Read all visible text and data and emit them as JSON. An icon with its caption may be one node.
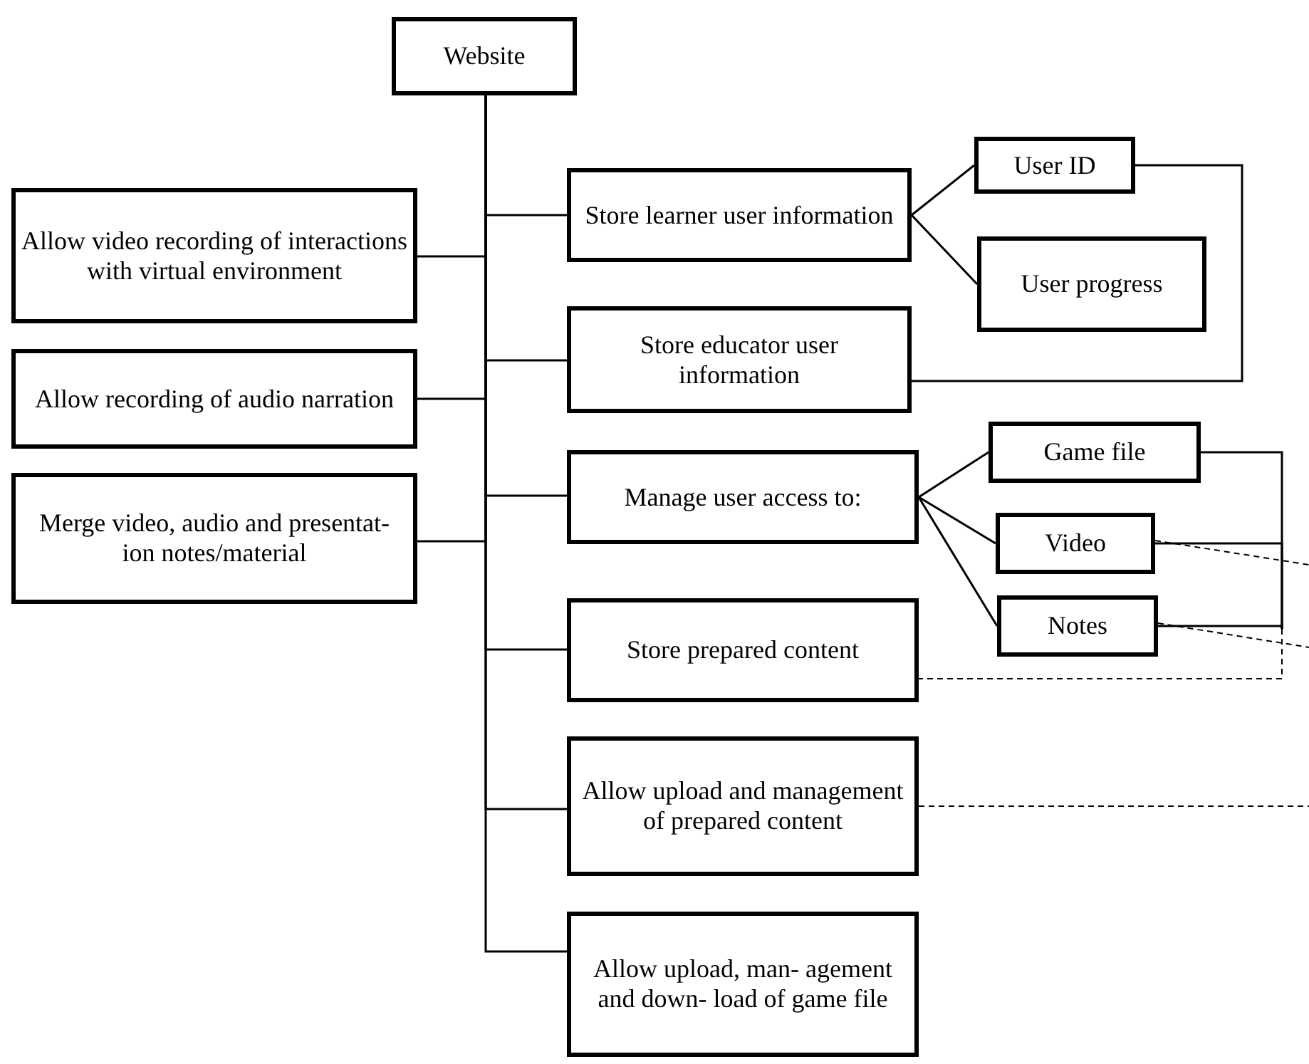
{
  "diagram": {
    "nodes": [
      {
        "text": [
          "Website"
        ]
      },
      {
        "text": [
          "Allow video recording of interactions with virtual environment"
        ]
      },
      {
        "text": [
          "Allow recording of audio narration"
        ]
      },
      {
        "text": [
          "Merge video, audio and presentat- ion notes/material"
        ]
      },
      {
        "text": [
          "Store learner user information"
        ]
      },
      {
        "text": [
          "User ID"
        ]
      },
      {
        "text": [
          "User progress"
        ]
      },
      {
        "text": [
          "Store educator user information"
        ]
      },
      {
        "text": [
          "Manage user access to:"
        ]
      },
      {
        "text": [
          "Game file"
        ]
      },
      {
        "text": [
          "Video"
        ]
      },
      {
        "text": [
          "Notes"
        ]
      },
      {
        "text": [
          "Store prepared content"
        ]
      },
      {
        "text": [
          "Allow upload and management of prepared content"
        ]
      },
      {
        "text": [
          "Allow upload, man- agement and down- load of game file"
        ]
      }
    ],
    "edges": [
      {
        "from": 0,
        "to": 1,
        "arrow": "none"
      },
      {
        "from": 0,
        "to": 2,
        "arrow": "none"
      },
      {
        "from": 0,
        "to": 3,
        "arrow": "none"
      },
      {
        "from": 0,
        "to": 4,
        "arrow": "none"
      },
      {
        "from": 0,
        "to": 7,
        "arrow": "none"
      },
      {
        "from": 0,
        "to": 8,
        "arrow": "none"
      },
      {
        "from": 0,
        "to": 12,
        "arrow": "none"
      },
      {
        "from": 0,
        "to": 13,
        "arrow": "none"
      },
      {
        "from": 0,
        "to": 14,
        "arrow": "none"
      },
      {
        "from": 4,
        "to": 5,
        "arrow": "none"
      },
      {
        "from": 4,
        "to": 6,
        "arrow": "none"
      },
      {
        "from": 5,
        "to": 7,
        "arrow": "none"
      },
      {
        "from": 8,
        "to": 9,
        "arrow": "none"
      },
      {
        "from": 8,
        "to": 10,
        "arrow": "none"
      },
      {
        "from": 8,
        "to": 11,
        "arrow": "none"
      },
      {
        "from": 9,
        "to": 12,
        "arrow": "none",
        "style": "dashed"
      },
      {
        "from": 10,
        "to": 12,
        "arrow": "none",
        "style": "dashed"
      },
      {
        "from": 11,
        "to": 12,
        "arrow": "none",
        "style": "dashed"
      },
      {
        "from": 10,
        "to": null,
        "arrow": "none",
        "style": "dashed"
      },
      {
        "from": 11,
        "to": null,
        "arrow": "none",
        "style": "dashed"
      },
      {
        "from": 13,
        "to": null,
        "arrow": "none",
        "style": "dashed"
      }
    ]
  }
}
